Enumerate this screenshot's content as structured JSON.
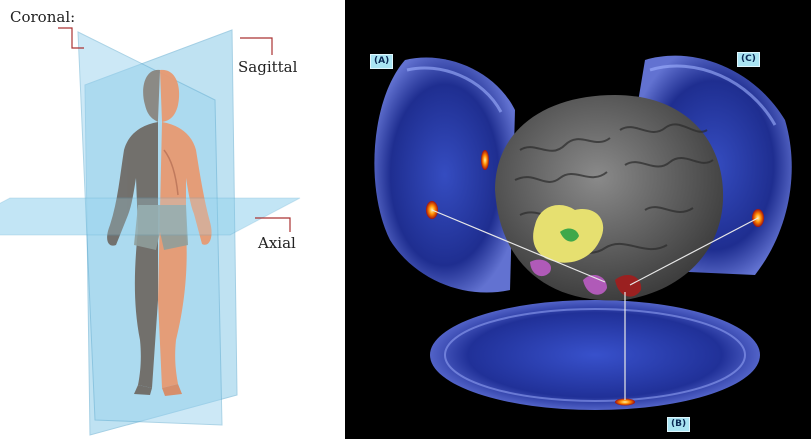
{
  "left_figure": {
    "labels": {
      "coronal": "Coronal:",
      "sagittal": "Sagittal",
      "axial": "Axial"
    }
  },
  "right_figure": {
    "slice_labels": {
      "a": "(A)",
      "b": "(B)",
      "c": "(C)"
    }
  },
  "colors": {
    "plane": "#7fc7e8",
    "skin": "#e89a72",
    "mri": "#2a3fb0",
    "highlight_yellow": "#e6e070",
    "highlight_green": "#3fa84a",
    "highlight_purple": "#b05ab8",
    "highlight_red": "#9a2020"
  }
}
